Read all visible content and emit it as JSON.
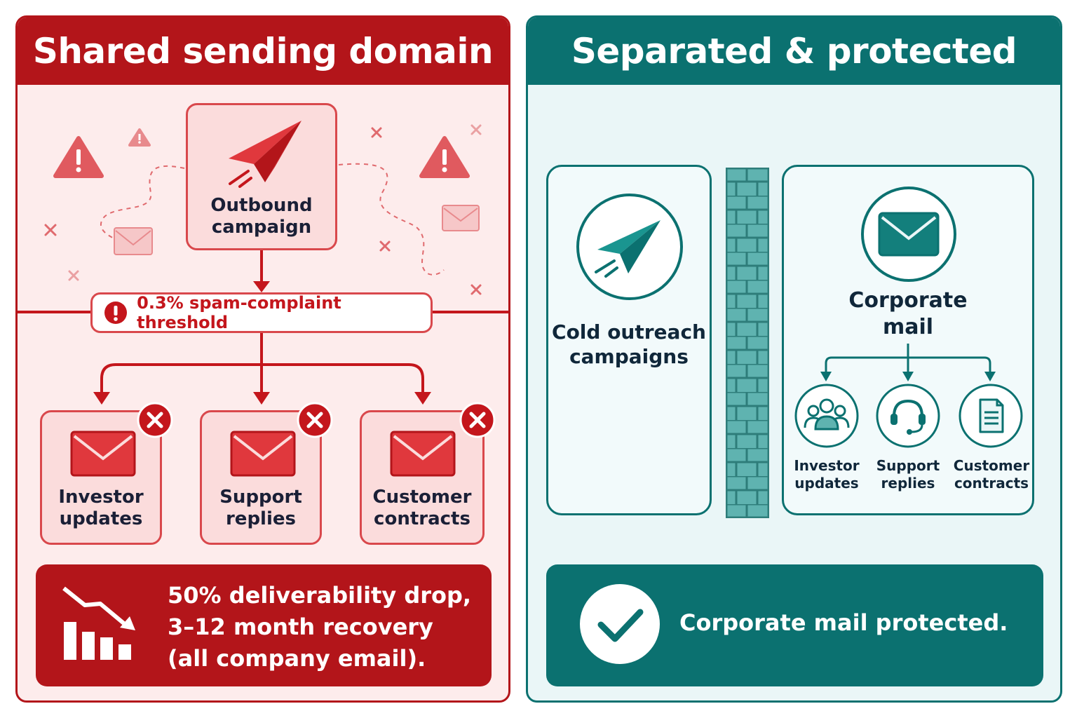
{
  "left_panel": {
    "title": "Shared sending domain",
    "campaign_label_line1": "Outbound",
    "campaign_label_line2": "campaign",
    "threshold_text": "0.3% spam-complaint threshold",
    "targets": [
      {
        "line1": "Investor",
        "line2": "updates"
      },
      {
        "line1": "Support",
        "line2": "replies"
      },
      {
        "line1": "Customer",
        "line2": "contracts"
      }
    ],
    "impact_line1": "50% deliverability drop,",
    "impact_line2": "3–12 month recovery",
    "impact_line3": "(all company email)."
  },
  "right_panel": {
    "title": "Separated & protected",
    "cold_label_line1": "Cold outreach",
    "cold_label_line2": "campaigns",
    "corporate_label_line1": "Corporate",
    "corporate_label_line2": "mail",
    "children": [
      {
        "icon": "people-icon",
        "line1": "Investor",
        "line2": "updates"
      },
      {
        "icon": "headset-icon",
        "line1": "Support",
        "line2": "replies"
      },
      {
        "icon": "document-icon",
        "line1": "Customer",
        "line2": "contracts"
      }
    ],
    "result_text": "Corporate mail protected."
  },
  "colors": {
    "danger": "#b3151a",
    "danger_light": "#d9484c",
    "danger_bg": "#fdecec",
    "safe": "#0b7170",
    "safe_bg": "#eaf6f7",
    "brick": "#5fb3b0"
  }
}
